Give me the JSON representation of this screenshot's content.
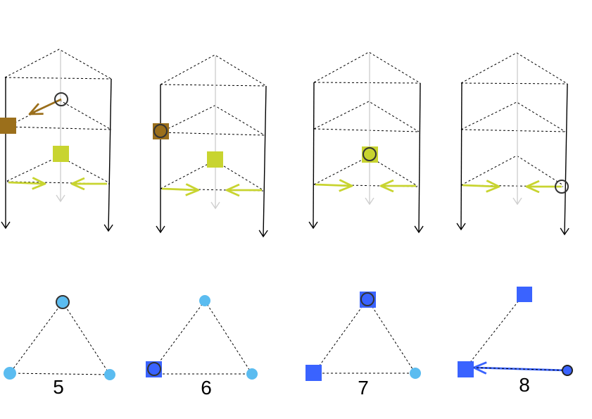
{
  "figure": {
    "labels": [
      "5",
      "6",
      "7",
      "8"
    ]
  },
  "colors": {
    "line": "#000000",
    "gray_arrow": "#cfcfcf",
    "lime": "#c8d430",
    "brown": "#9b6f1b",
    "light_blue": "#5bbcf0",
    "blue": "#3a63ff",
    "ring": "#333333"
  }
}
